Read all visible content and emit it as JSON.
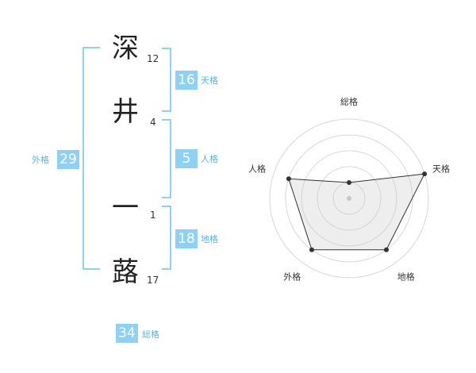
{
  "name": {
    "chars": [
      {
        "char": "深",
        "strokes": "12"
      },
      {
        "char": "井",
        "strokes": "4"
      },
      {
        "char": "一",
        "strokes": "1"
      },
      {
        "char": "蕗",
        "strokes": "17"
      }
    ]
  },
  "fortunes": {
    "tenkaku": {
      "value": "16",
      "label": "天格"
    },
    "jinkaku": {
      "value": "5",
      "label": "人格"
    },
    "chikaku": {
      "value": "18",
      "label": "地格"
    },
    "gaikaku": {
      "value": "29",
      "label": "外格"
    },
    "soukaku": {
      "value": "34",
      "label": "総格"
    }
  },
  "colors": {
    "accent": "#8fd0f5",
    "label": "#5fb3e6"
  },
  "chart_data": {
    "type": "radar",
    "axes": [
      "総格",
      "天格",
      "地格",
      "外格",
      "人格"
    ],
    "values": [
      1,
      5,
      4,
      4,
      4
    ],
    "rmax": 5,
    "rings": 5
  }
}
